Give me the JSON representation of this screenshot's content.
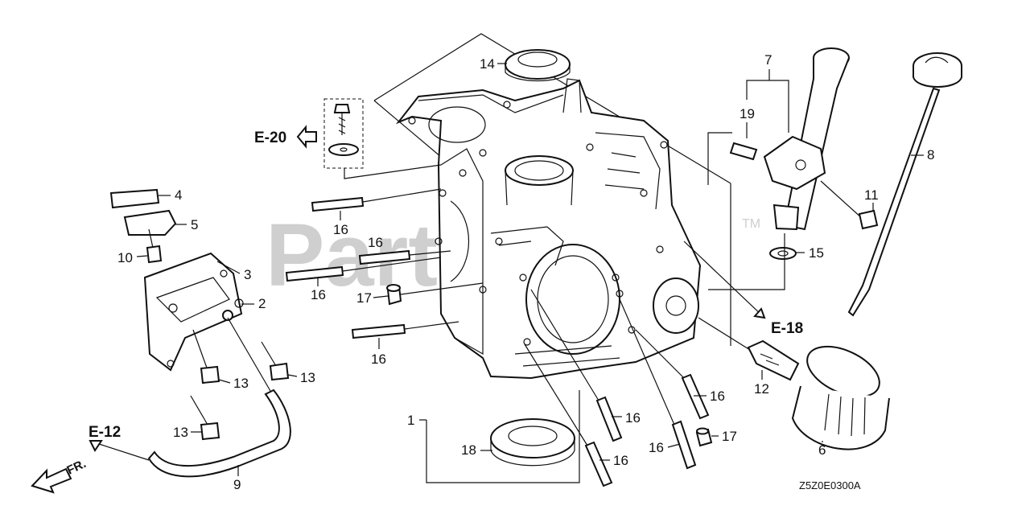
{
  "watermark": {
    "text": "PartsTree",
    "tm": "TM"
  },
  "diagram_code": "Z5Z0E0300A",
  "refs": {
    "e20": "E-20",
    "e18": "E-18",
    "e12": "E-12",
    "fr": "FR."
  },
  "callouts": {
    "c1": "1",
    "c2": "2",
    "c3": "3",
    "c4": "4",
    "c5": "5",
    "c6": "6",
    "c7": "7",
    "c8": "8",
    "c9": "9",
    "c10": "10",
    "c11": "11",
    "c12": "12",
    "c13a": "13",
    "c13b": "13",
    "c13c": "13",
    "c14": "14",
    "c15": "15",
    "c16a": "16",
    "c16b": "16",
    "c16c": "16",
    "c16d": "16",
    "c16e": "16",
    "c16f": "16",
    "c16g": "16",
    "c16h": "16",
    "c17a": "17",
    "c17b": "17",
    "c18": "18",
    "c19": "19"
  }
}
